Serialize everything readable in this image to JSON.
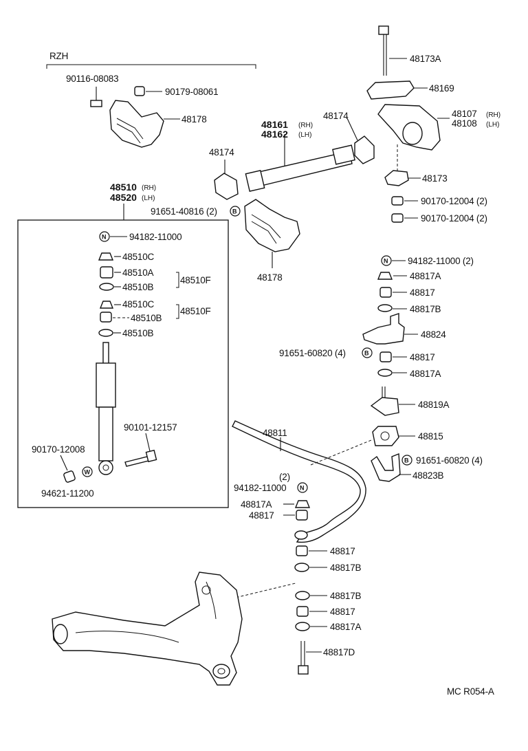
{
  "group_label": "RZH",
  "footer": "MC  R054-A",
  "parts": {
    "p90116": "90116-08083",
    "p90179": "90179-08061",
    "p48178a": "48178",
    "p48173a": "48173A",
    "p48169": "48169",
    "p48107": "48107",
    "p48108": "48108",
    "p48174r": "48174",
    "p48161": "48161",
    "p48162": "48162",
    "p48174l": "48174",
    "p48173": "48173",
    "p90170a": "90170-12004 (2)",
    "p90170b": "90170-12004 (2)",
    "p91651a": "91651-40816 (2)",
    "p48178b": "48178",
    "p48510": "48510",
    "p48520": "48520",
    "p94182a": "94182-11000",
    "p48510c1": "48510C",
    "p48510a": "48510A",
    "p48510b1": "48510B",
    "p48510f1": "48510F",
    "p48510c2": "48510C",
    "p48510b2": "48510B",
    "p48510f2": "48510F",
    "p48510b3": "48510B",
    "p90101": "90101-12157",
    "p90170c": "90170-12008",
    "p94621": "94621-11200",
    "p94182b": "94182-11000 (2)",
    "p48817a1": "48817A",
    "p48817_1": "48817",
    "p48817b1": "48817B",
    "p48824": "48824",
    "p91651b": "91651-60820 (4)",
    "p48817_2": "48817",
    "p48817a2": "48817A",
    "p48819a": "48819A",
    "p48815": "48815",
    "p91651c": "91651-60820 (4)",
    "p48823b": "48823B",
    "p48811": "48811",
    "p94182c_qty": "(2)",
    "p94182c": "94182-11000",
    "p48817a3": "48817A",
    "p48817_3": "48817",
    "p48817_4": "48817",
    "p48817b2": "48817B",
    "p48817b3": "48817B",
    "p48817_5": "48817",
    "p48817a4": "48817A",
    "p48817d": "48817D"
  },
  "tags": {
    "rh": "(RH)",
    "lh": "(LH)"
  },
  "symbols": {
    "n": "N",
    "b": "B",
    "w": "W"
  }
}
